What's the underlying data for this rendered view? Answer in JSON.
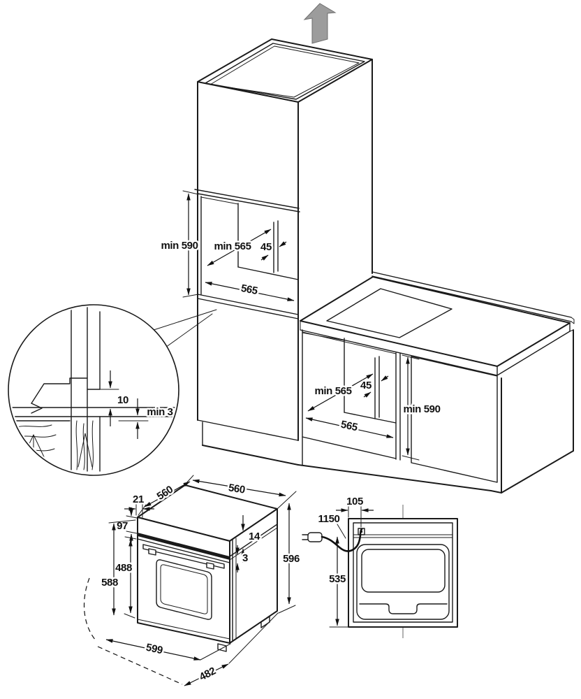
{
  "figure": {
    "description": "Built-in oven installation drawing",
    "line_color": "#1a1a1a",
    "vent_arrow_color": "#9c9c9c"
  },
  "tall_cabinet": {
    "niche_height": "min 590",
    "niche_depth": "min 565",
    "rear_gap": "45",
    "niche_width": "565"
  },
  "base_cabinet": {
    "niche_depth": "min 565",
    "rear_gap": "45",
    "niche_width": "565",
    "niche_height": "min 590"
  },
  "detail_circle": {
    "top_gap": "10",
    "bottom_gap": "min 3"
  },
  "oven_front": {
    "depth": "560",
    "width": "560",
    "frame_overhang": "21",
    "panel_height": "97",
    "top_clearance": "14",
    "door_gap": "3",
    "glass_height": "488",
    "door_height": "588",
    "height": "596",
    "door_open_width": "599",
    "door_open_depth": "482"
  },
  "oven_back": {
    "cable_side_offset": "105",
    "cable_length": "1150",
    "cable_height": "535"
  }
}
